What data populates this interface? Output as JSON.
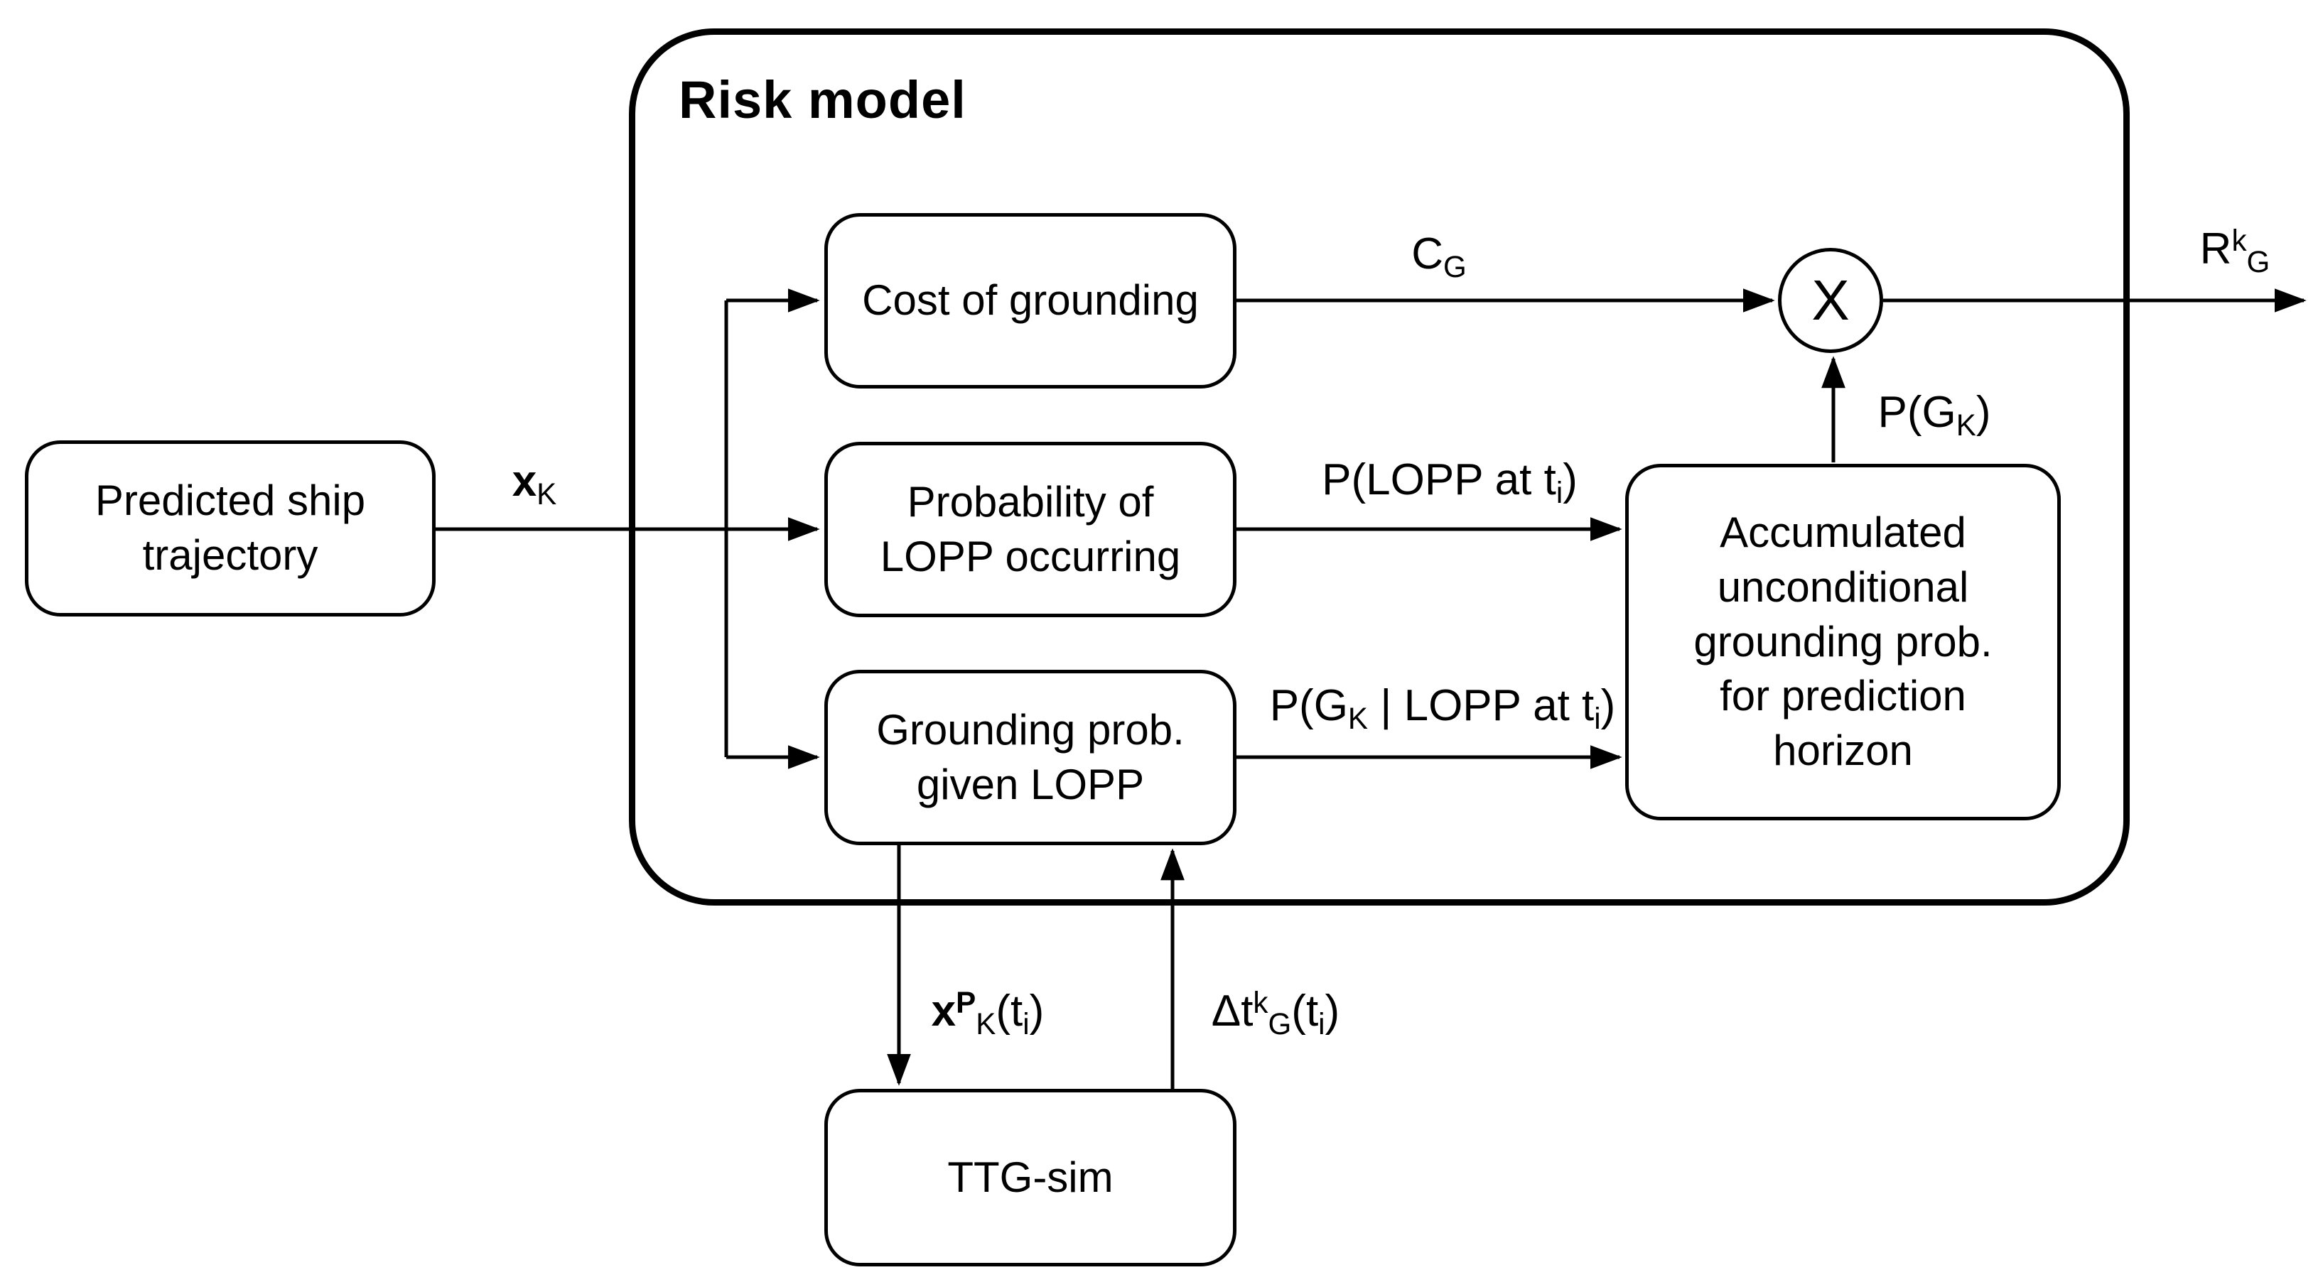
{
  "container": {
    "title": "Risk model"
  },
  "boxes": {
    "predicted": {
      "lines": [
        "Predicted ship",
        "trajectory"
      ]
    },
    "cost": {
      "lines": [
        "Cost of grounding"
      ]
    },
    "probability": {
      "lines": [
        "Probability of",
        "LOPP occurring"
      ]
    },
    "grounding": {
      "lines": [
        "Grounding prob.",
        "given LOPP"
      ]
    },
    "accumulated": {
      "lines": [
        "Accumulated",
        "unconditional",
        "grounding prob.",
        "for prediction",
        "horizon"
      ]
    },
    "ttg": {
      "lines": [
        "TTG-sim"
      ]
    }
  },
  "node": {
    "multiply": "X"
  },
  "labels": {
    "x_k": {
      "base": "x",
      "sub": "K"
    },
    "c_g": {
      "base": "C",
      "sub": "G"
    },
    "p_lopp_at_ti": {
      "t1": "P(LOPP at t",
      "sub1": "i",
      "t2": ")"
    },
    "p_gk_given_lopp": {
      "t1": "P(G",
      "sub1": "K",
      "t2": " | LOPP at t",
      "sub2": "i",
      "t3": ")"
    },
    "p_gk": {
      "t1": "P(G",
      "sub1": "K",
      "t2": ")"
    },
    "r_k_g": {
      "base": "R",
      "sup": "k",
      "sub": "G"
    },
    "x_p_k_ti": {
      "base": "x",
      "sup": "P",
      "sub": "K",
      "t2": "(t",
      "sub2": "i",
      "t3": ")"
    },
    "dt_k_g_ti": {
      "base": "Δt",
      "sup": "k",
      "sub": "G",
      "t2": "(t",
      "sub2": "i",
      "t3": ")"
    }
  },
  "colors": {
    "ink": "#000000",
    "background": "#ffffff"
  }
}
